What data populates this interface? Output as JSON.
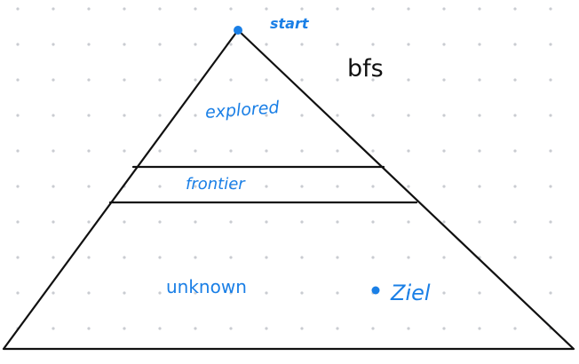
{
  "diagram": {
    "title": "bfs",
    "labels": {
      "start": "start",
      "explored": "explored",
      "frontier": "frontier",
      "unknown": "unknown",
      "goal": "Ziel"
    },
    "colors": {
      "ink": "#111111",
      "accent": "#1a7fe6",
      "grid_dot": "#c9ccd1",
      "background": "#ffffff"
    }
  }
}
